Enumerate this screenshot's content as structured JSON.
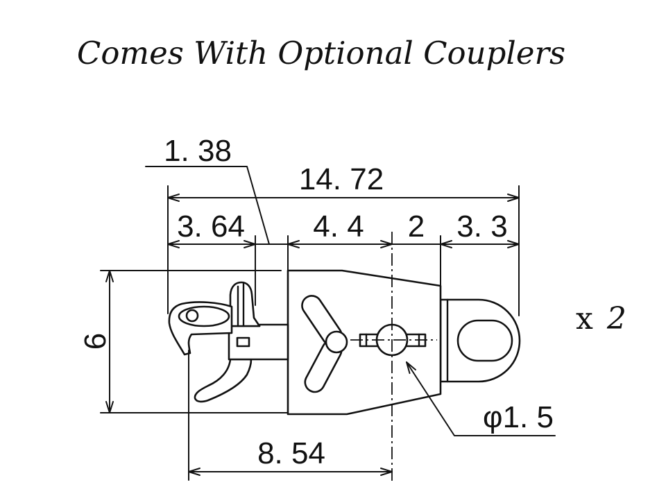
{
  "title": "Comes With Optional Couplers",
  "multiplier": {
    "symbol": "x",
    "count": "2"
  },
  "dimensions": {
    "leader_top": "1. 38",
    "overall": "14. 72",
    "hook": "3. 64",
    "body_front": "4. 4",
    "body_mid": "2",
    "eyelet": "3. 3",
    "height": "6",
    "pin_diameter": "φ1. 5",
    "hook_to_pin": "8. 54"
  },
  "colors": {
    "ink": "#111111",
    "background": "#ffffff"
  }
}
